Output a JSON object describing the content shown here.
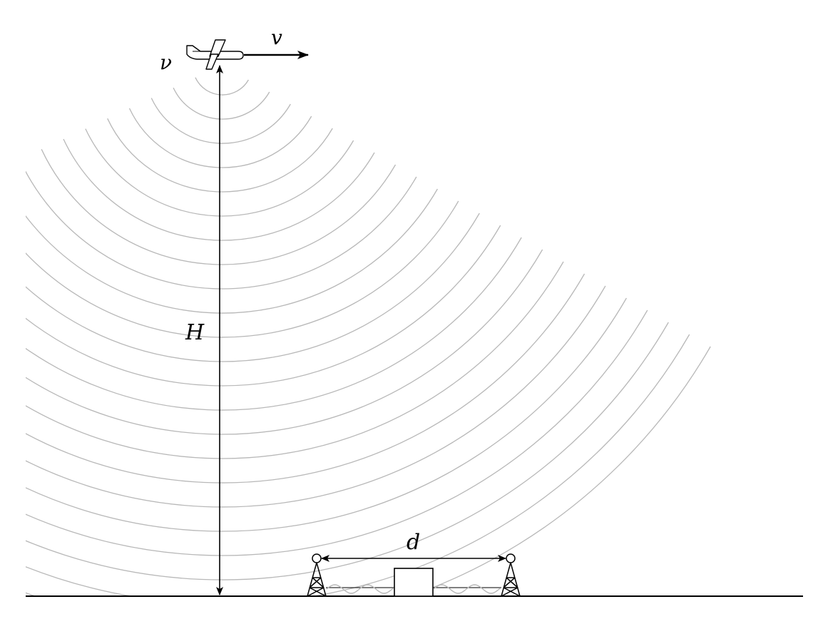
{
  "labels": {
    "frequency": "ν",
    "velocity": "v",
    "height": "H",
    "distance": "d"
  },
  "colors": {
    "ink": "#000000",
    "wave": "#b8b8b8",
    "background": "#ffffff"
  },
  "wavefront_count": 23
}
